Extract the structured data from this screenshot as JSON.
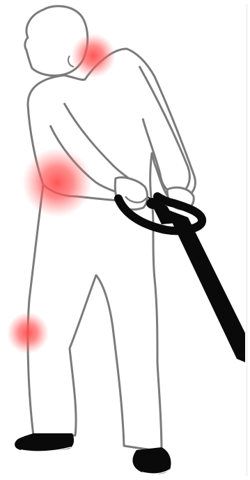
{
  "illustration": {
    "subject": "worker-pulling-pallet-jack",
    "pain_points": [
      "neck-shoulder",
      "lower-back",
      "knee"
    ],
    "colors": {
      "outline": "#7a7a7a",
      "body_fill": "#ffffff",
      "pain_center": "#ff4d4d",
      "handle": "#0a0a0a",
      "shoe": "#0a0a0a",
      "background": "#ffffff"
    }
  }
}
